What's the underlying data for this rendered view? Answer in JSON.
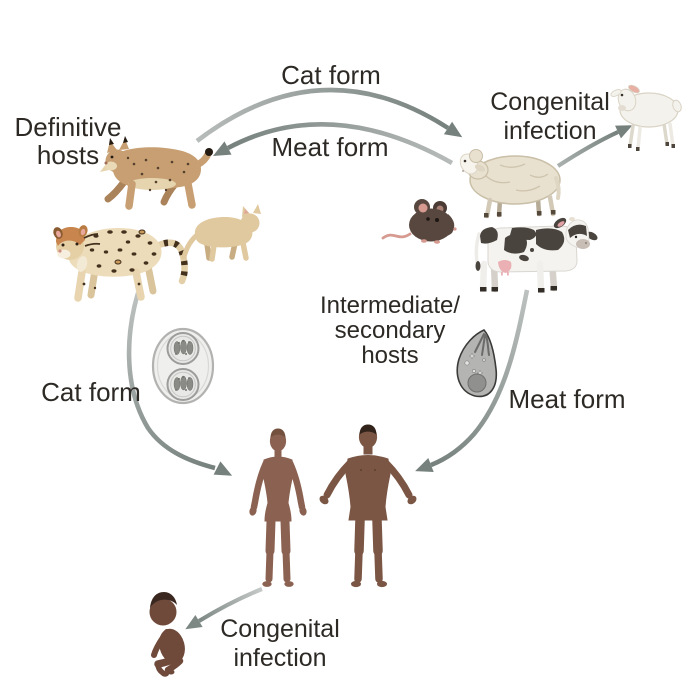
{
  "figure": {
    "background": "#ffffff"
  },
  "labels": {
    "definitive_hosts_line1": "Definitive",
    "definitive_hosts_line2": "hosts",
    "cat_form_top": "Cat form",
    "meat_form_top": "Meat form",
    "congenital_top_line1": "Congenital",
    "congenital_top_line2": "infection",
    "intermediate_line1": "Intermediate/",
    "intermediate_line2": "secondary",
    "intermediate_line3": "hosts",
    "cat_form_left": "Cat form",
    "meat_form_right": "Meat form",
    "congenital_bottom_line1": "Congenital",
    "congenital_bottom_line2": "infection"
  },
  "colors": {
    "text": "#2d2a26",
    "arrow_light": "#b7bcba",
    "arrow_dark": "#76817e",
    "lynx_coat": "#c79f72",
    "ocelot_coat": "#eddcba",
    "ocelot_head": "#c8854d",
    "domestic_cat_coat": "#e0c89f",
    "sheep_wool": "#e9e1d0",
    "lamb_wool": "#f4f2ec",
    "mouse_fur": "#57473f",
    "cow_body": "#f4f3f0",
    "cow_patch": "#4a443e",
    "oocyst_gray": "#efefed",
    "tachyzoite_gray": "#b4b4b2",
    "woman_skin": "#8b6252",
    "man_skin": "#7b5645",
    "baby_skin": "#6f4a3b"
  },
  "illustrations": {
    "definitive_hosts": [
      "lynx",
      "ocelot",
      "domestic-cat"
    ],
    "intermediate_hosts": [
      "mouse",
      "sheep",
      "cow"
    ],
    "congenital_offspring": [
      "lamb",
      "baby"
    ],
    "parasite_stages": [
      "oocyst",
      "tachyzoite"
    ],
    "humans": [
      "woman",
      "man"
    ]
  }
}
